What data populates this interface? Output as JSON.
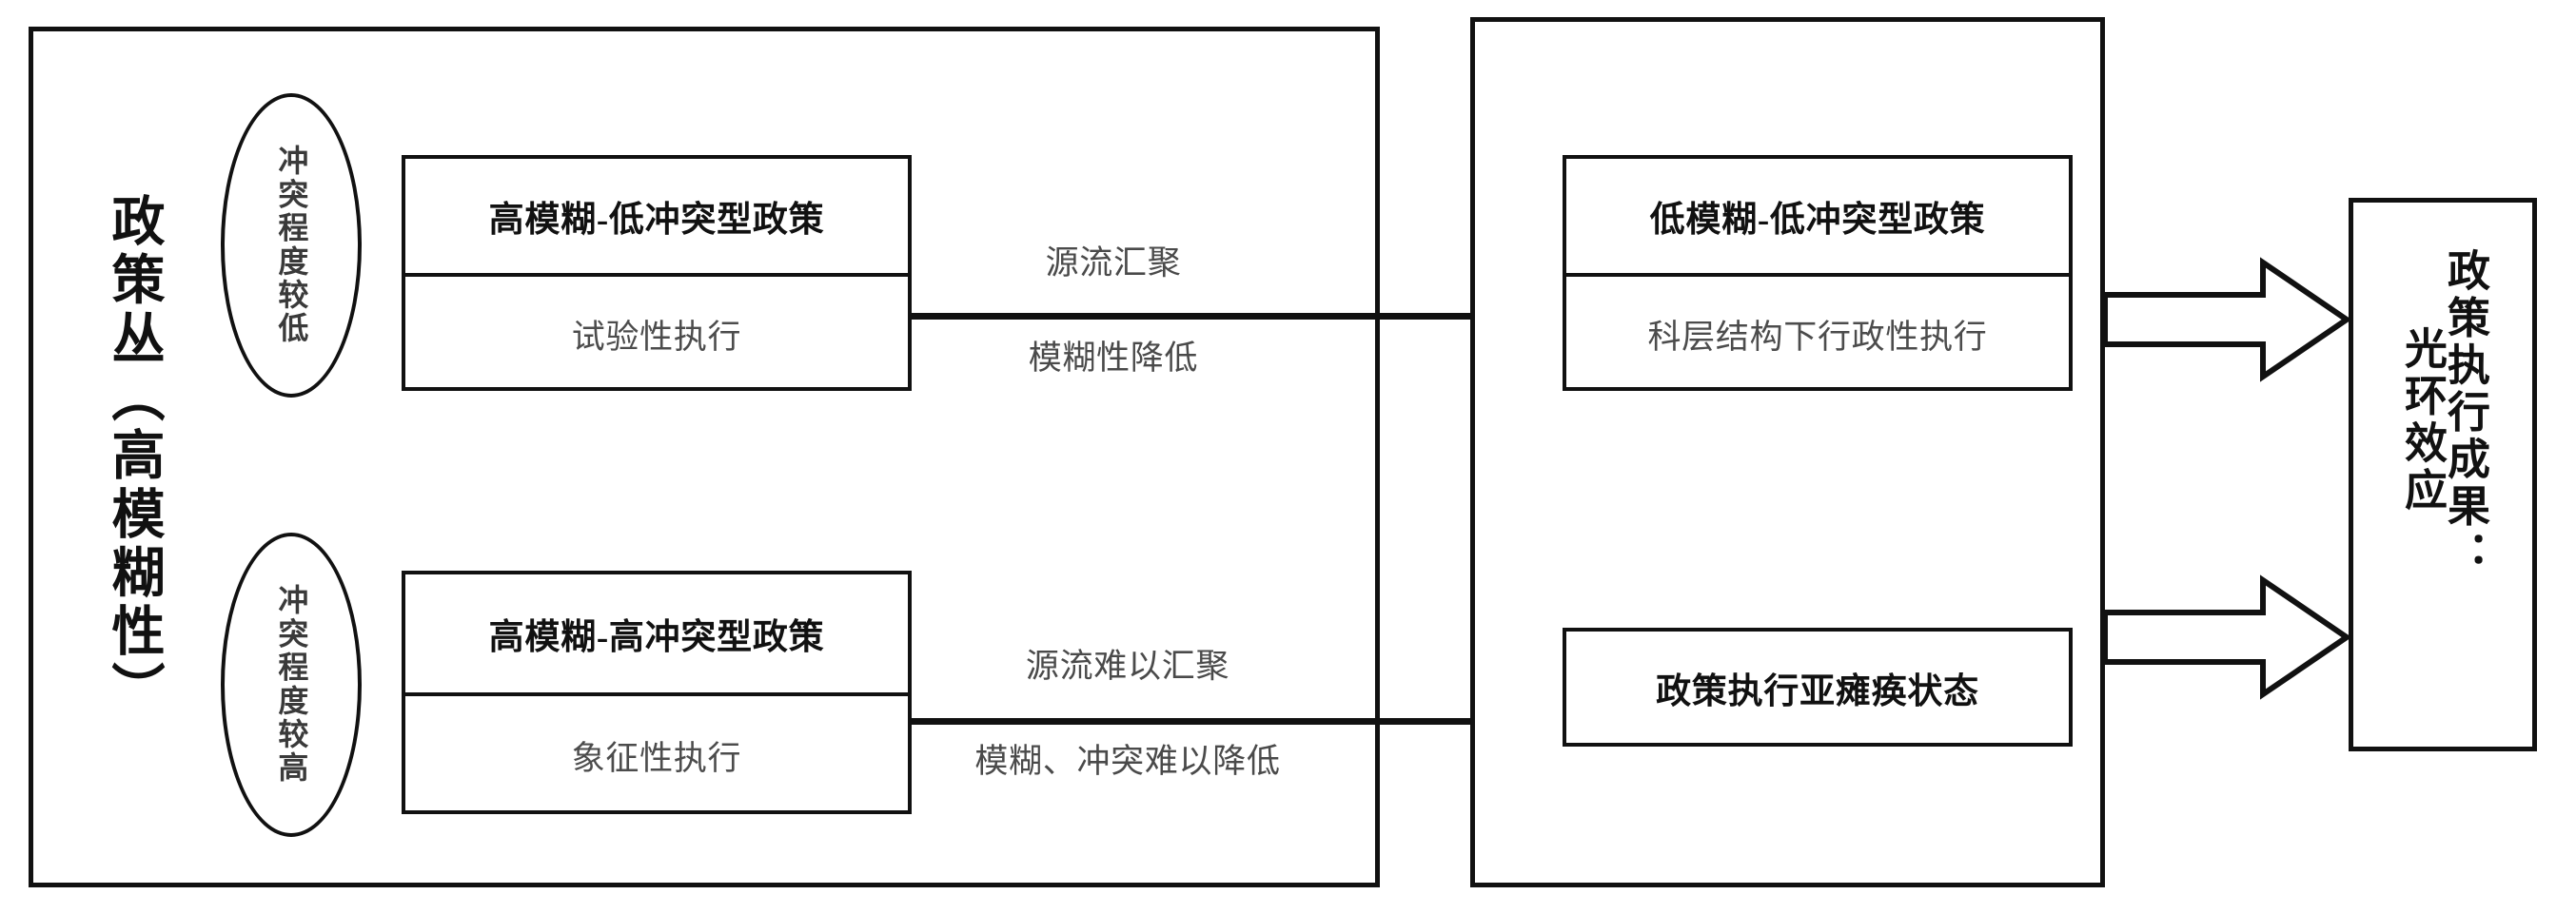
{
  "diagram": {
    "title_vertical": "政策丛（高模糊性）",
    "panels": {
      "left": "policy-cluster-panel",
      "middle": "execution-outcome-panel"
    },
    "ellipses": [
      {
        "name": "conflict-low",
        "label": "冲突程度较低"
      },
      {
        "name": "conflict-high",
        "label": "冲突程度较高"
      }
    ],
    "policy_boxes": [
      {
        "name": "high-ambiguity-low-conflict",
        "title": "高模糊-低冲突型政策",
        "subtitle": "试验性执行"
      },
      {
        "name": "high-ambiguity-high-conflict",
        "title": "高模糊-高冲突型政策",
        "subtitle": "象征性执行"
      }
    ],
    "result_boxes": [
      {
        "name": "low-ambiguity-low-conflict",
        "title": "低模糊-低冲突型政策",
        "subtitle": "科层结构下行政性执行"
      },
      {
        "name": "policy-execution-subparalysis",
        "title": "政策执行亚瘫痪状态"
      }
    ],
    "connectors": [
      {
        "name": "streams-converge",
        "label_top": "源流汇聚",
        "label_bottom": "模糊性降低"
      },
      {
        "name": "streams-fail-to-converge",
        "label_top": "源流难以汇聚",
        "label_bottom": "模糊、冲突难以降低"
      }
    ],
    "outcome": {
      "name": "policy-execution-outcome",
      "primary": "政策执行成果：",
      "secondary": "光环效应"
    },
    "colors": {
      "stroke": "#111111",
      "title_text": "#111111",
      "subtitle_text": "#4c4c4c",
      "background": "#ffffff"
    }
  }
}
